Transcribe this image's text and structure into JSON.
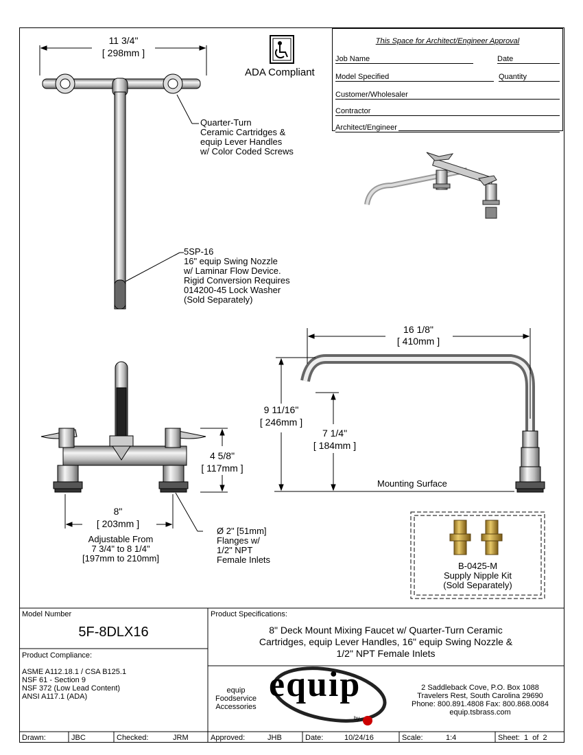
{
  "approval": {
    "title": "This Space for Architect/Engineer Approval",
    "fields": [
      "Job Name",
      "Date",
      "Model Specified",
      "Quantity",
      "Customer/Wholesaler",
      "Contractor",
      "Architect/Engineer"
    ]
  },
  "ada": {
    "label": "ADA Compliant"
  },
  "dims": {
    "top_width_in": "11 3/4\"",
    "top_width_mm": "298mm",
    "spout_len_in": "16 1/8\"",
    "spout_len_mm": "410mm",
    "height_total_in": "9 11/16\"",
    "height_total_mm": "246mm",
    "height_outlet_in": "7 1/4\"",
    "height_outlet_mm": "184mm",
    "body_height_in": "4 5/8\"",
    "body_height_mm": "117mm",
    "centers_in": "8\"",
    "centers_mm": "203mm"
  },
  "callouts": {
    "cartridges": "Quarter-Turn\nCeramic Cartridges &\nequip Lever Handles\nw/ Color Coded Screws",
    "nozzle": "5SP-16\n16\" equip Swing Nozzle\nw/ Laminar Flow Device.\nRigid Conversion Requires\n014200-45 Lock Washer\n(Sold Separately)",
    "adjustable": "Adjustable From\n7 3/4\" to 8 1/4\"\n[197mm to 210mm]",
    "flanges": "Ø 2\" [51mm]\nFlanges w/\n1/2\" NPT\nFemale Inlets",
    "mounting": "Mounting Surface",
    "nipple_kit": "B-0425-M\nSupply Nipple Kit\n(Sold Separately)"
  },
  "title_block": {
    "model_label": "Model Number",
    "model_number": "5F-8DLX16",
    "compliance_label": "Product Compliance:",
    "compliance": "ASME A112.18.1 / CSA B125.1\nNSF 61 - Section 9\nNSF 372 (Low Lead Content)\nANSI A117.1 (ADA)",
    "spec_label": "Product Specifications:",
    "spec": "8\" Deck Mount Mixing Faucet w/ Quarter-Turn Ceramic\nCartridges, equip Lever Handles, 16\" equip Swing Nozzle &\n1/2\" NPT Female Inlets",
    "brand_sub": "equip\nFoodservice\nAccessories",
    "logo_text": "equip",
    "logo_by": "by",
    "address": "2 Saddleback Cove, P.O. Box 1088\nTravelers Rest, South Carolina 29690\nPhone: 800.891.4808  Fax: 800.868.0084\nequip.tsbrass.com",
    "drawn_label": "Drawn:",
    "drawn": "JBC",
    "checked_label": "Checked:",
    "checked": "JRM",
    "approved_label": "Approved:",
    "approved": "JHB",
    "date_label": "Date:",
    "date": "10/24/16",
    "scale_label": "Scale:",
    "scale": "1:4",
    "sheet_label": "Sheet:",
    "sheet": "1  of  2"
  }
}
